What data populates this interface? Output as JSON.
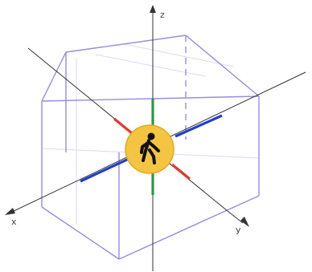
{
  "axes": {
    "x_label": "x",
    "y_label": "y",
    "z_label": "z"
  },
  "center_icon": "pedestrian-icon",
  "colors": {
    "box_edge": "#9b8ae0",
    "box_grid": "#ddd8f2",
    "axis_line": "#333333",
    "x_axis_segment": "#e23a2e",
    "y_axis_segment": "#1f3fd6",
    "z_axis_segment": "#2a9a3a",
    "badge_fill": "#f4c542",
    "badge_ring": "#e6a81e",
    "pedestrian": "#111111"
  }
}
